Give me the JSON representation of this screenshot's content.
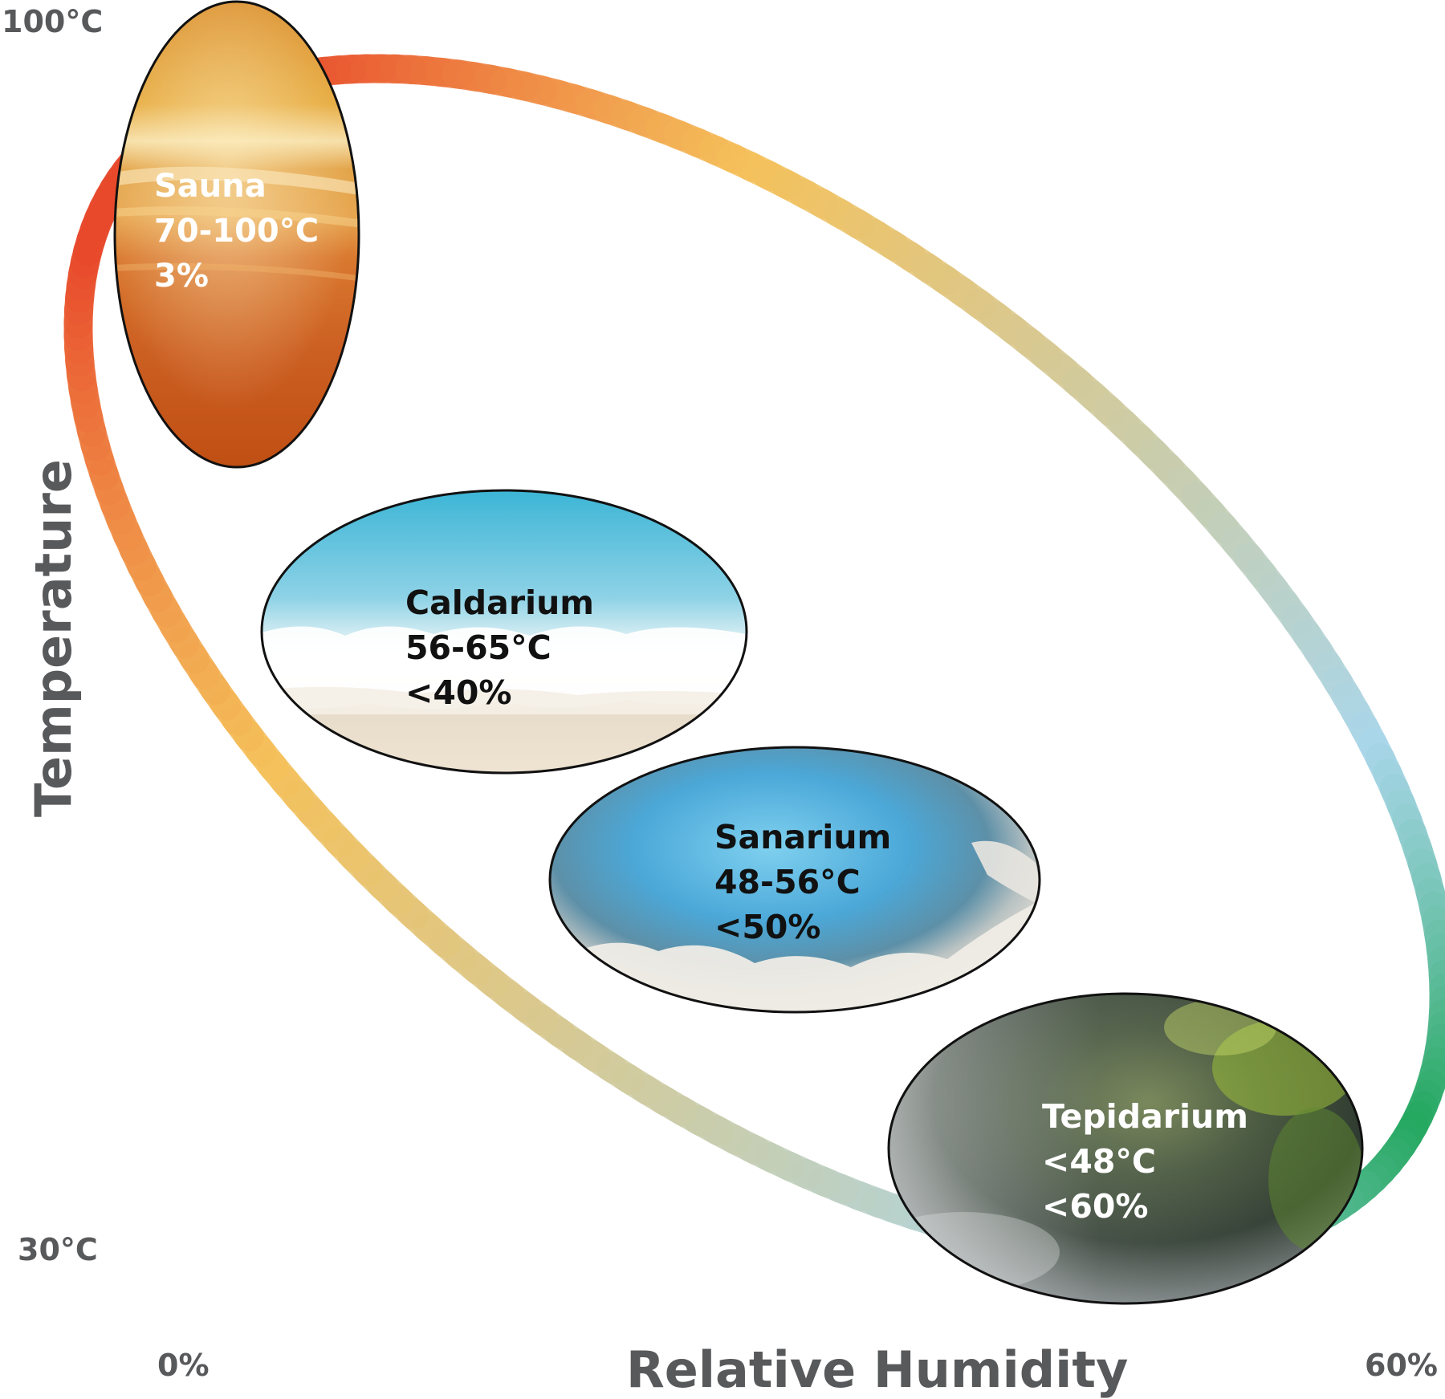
{
  "axes": {
    "y_label": "Temperature",
    "x_label": "Relative Humidity",
    "y_max_label": "100°C",
    "y_min_label": "30°C",
    "x_min_label": "0%",
    "x_max_label": "60%"
  },
  "rooms": [
    {
      "id": "sauna",
      "name": "Sauna",
      "temperature": "70-100°C",
      "humidity": "3%",
      "text_color": "#ffffff"
    },
    {
      "id": "caldarium",
      "name": "Caldarium",
      "temperature": "56-65°C",
      "humidity": "<40%",
      "text_color": "#111111"
    },
    {
      "id": "sanarium",
      "name": "Sanarium",
      "temperature": "48-56°C",
      "humidity": "<50%",
      "text_color": "#111111"
    },
    {
      "id": "tepidarium",
      "name": "Tepidarium",
      "temperature": "<48°C",
      "humidity": "<60%",
      "text_color": "#ffffff"
    }
  ],
  "colors": {
    "axis_text": "#58595b",
    "ring_hot": "#e8492b",
    "ring_warm": "#f5c15a",
    "ring_cool": "#a9d6ea",
    "ring_green": "#24a85f"
  }
}
